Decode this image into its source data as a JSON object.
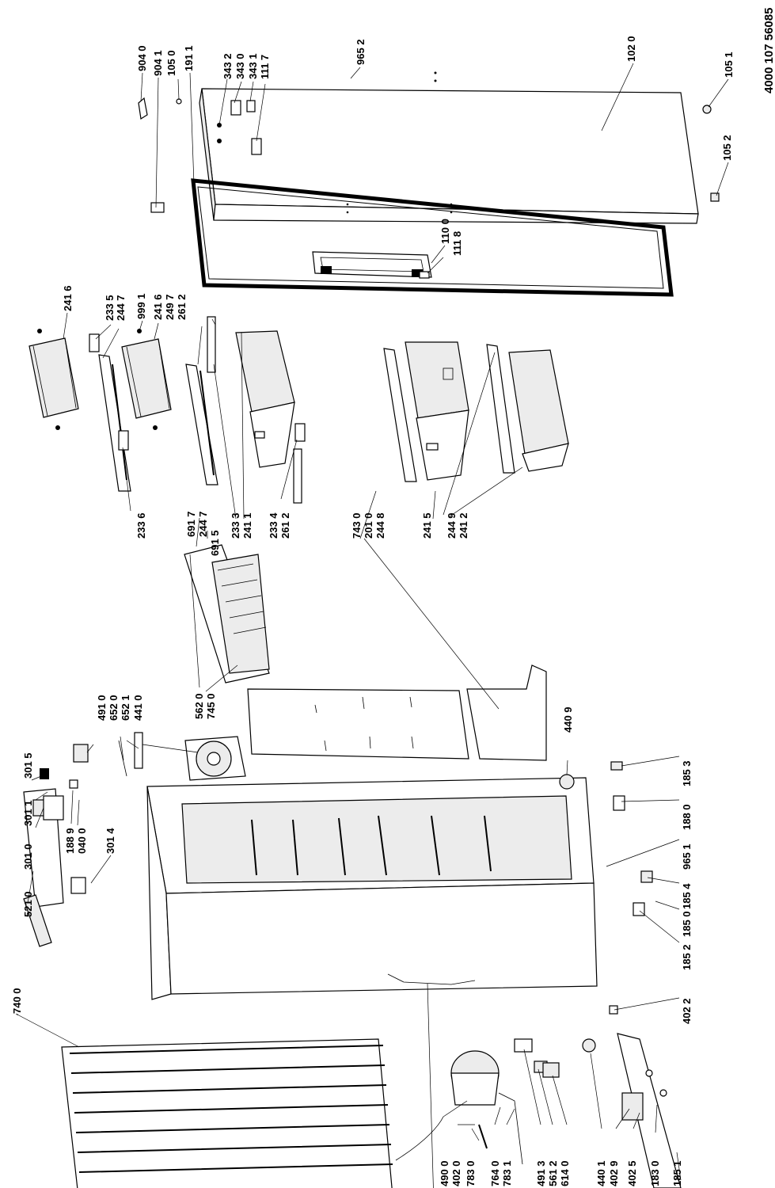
{
  "document": {
    "code": "4000 107 56085"
  },
  "labels": {
    "l9040": "904 0",
    "l9041": "904 1",
    "l1050": "105 0",
    "l1911": "191 1",
    "l3432": "343 2",
    "l3430": "343 0",
    "l3431": "343 1",
    "l1117": "111 7",
    "l9652": "965 2",
    "l1020": "102 0",
    "l1051": "105 1",
    "l1052": "105 2",
    "l1100": "110 0",
    "l1118": "111 8",
    "l2416a": "241 6",
    "l2335": "233 5",
    "l2447a": "244 7",
    "l9991": "999 1",
    "l2416b": "241 6",
    "l2497": "249 7",
    "l2612a": "261 2",
    "l2336": "233 6",
    "l6917": "691 7",
    "l2447b": "244 7",
    "l6915": "691 5",
    "l2333": "233 3",
    "l2411": "241 1",
    "l2334": "233 4",
    "l2612b": "261 2",
    "l7430": "743 0",
    "l2010": "201 0",
    "l2448": "244 8",
    "l2415": "241 5",
    "l2449": "244 9",
    "l2412": "241 2",
    "l5620": "562 0",
    "l7450": "745 0",
    "l4910": "491 0",
    "l6520": "652 0",
    "l6521": "652 1",
    "l4410": "441 0",
    "l4409": "440 9",
    "l3015": "301 5",
    "l3011": "301 1",
    "l3010": "301 0",
    "l5210": "521 0",
    "l1889": "188 9",
    "l0400": "040 0",
    "l3014": "301 4",
    "l1853": "185 3",
    "l1880": "188 0",
    "l9651": "965 1",
    "l1854": "185 4",
    "l1850": "185 0",
    "l1852": "185 2",
    "l4022": "402 2",
    "l7400": "740 0",
    "l4900": "490 0",
    "l4020": "402 0",
    "l7830": "783 0",
    "l7640": "764 0",
    "l7831": "783 1",
    "l4913": "491 3",
    "l5612": "561 2",
    "l6140": "614 0",
    "l4401": "440 1",
    "l4029": "402 9",
    "l4025": "402 5",
    "l1830": "183 0",
    "l1851": "185 1"
  }
}
